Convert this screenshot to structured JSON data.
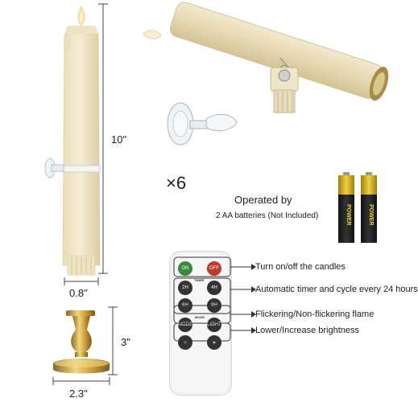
{
  "dimensions": {
    "height": "10\"",
    "diameter": "0.8\"",
    "holder_height": "3\"",
    "holder_width": "2.3\""
  },
  "quantity": "×6",
  "power": {
    "heading": "Operated by",
    "detail": "2 AA batteries (Not Included)",
    "battery_label": "POWER"
  },
  "remote": {
    "buttons": [
      {
        "label": "ON",
        "color": "#3a8a3a"
      },
      {
        "label": "OFF",
        "color": "#c0392b"
      },
      {
        "label": "2H",
        "color": "#333333"
      },
      {
        "label": "4H",
        "color": "#333333"
      },
      {
        "label": "6H",
        "color": "#333333"
      },
      {
        "label": "8H",
        "color": "#333333"
      },
      {
        "label": "MODE",
        "color": "#333333"
      },
      {
        "label": "LIGHT",
        "color": "#333333"
      }
    ],
    "timer_caption": "TIMER",
    "mode_caption": "MODE"
  },
  "features": [
    "Turn on/off the candles",
    "Automatic timer and cycle every 24 hours",
    "Flickering/Non-flickering flame",
    "Lower/Increase brightness"
  ]
}
